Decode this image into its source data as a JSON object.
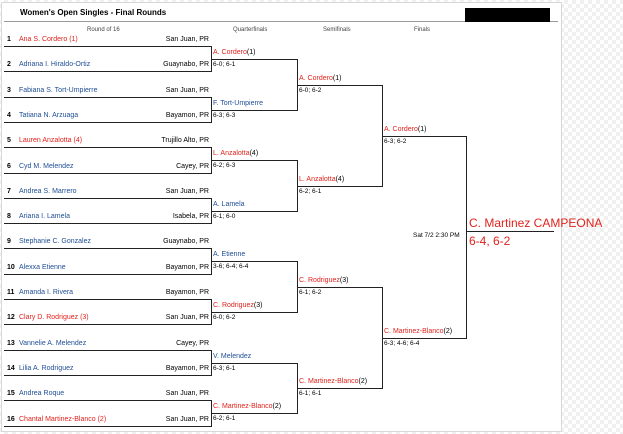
{
  "title": "Women's Open Singles - Final Rounds",
  "headers": {
    "round_of_16": "Round of 16",
    "quarterfinals": "Quarterfinals",
    "semifinals": "Semifinals",
    "finals": "Finals"
  },
  "colors": {
    "seeded_red": "#e0231d",
    "unseeded_blue": "#1f4e96",
    "line": "#222222"
  },
  "players": [
    {
      "num": "1",
      "name": "Ana S. Cordero (1)",
      "location": "San Juan, PR",
      "color": "red"
    },
    {
      "num": "2",
      "name": "Adriana I. Hiraldo-Ortiz",
      "location": "Guaynabo, PR",
      "color": "blue"
    },
    {
      "num": "3",
      "name": "Fabiana S. Tort-Umpierre",
      "location": "San Juan, PR",
      "color": "blue"
    },
    {
      "num": "4",
      "name": "Tatiana N. Arzuaga",
      "location": "Bayamon, PR",
      "color": "blue"
    },
    {
      "num": "5",
      "name": "Lauren Anzalotta (4)",
      "location": "Trujillo Alto, PR",
      "color": "red"
    },
    {
      "num": "6",
      "name": "Cyd M. Melendez",
      "location": "Cayey, PR",
      "color": "blue"
    },
    {
      "num": "7",
      "name": "Andrea S. Marrero",
      "location": "San Juan, PR",
      "color": "blue"
    },
    {
      "num": "8",
      "name": "Ariana I. Lamela",
      "location": "Isabela, PR",
      "color": "blue"
    },
    {
      "num": "9",
      "name": "Stephanie C. Gonzalez",
      "location": "Guaynabo, PR",
      "color": "blue"
    },
    {
      "num": "10",
      "name": "Alexxa Etienne",
      "location": "Bayamon, PR",
      "color": "blue"
    },
    {
      "num": "11",
      "name": "Amanda I. Rivera",
      "location": "Bayamon, PR",
      "color": "blue"
    },
    {
      "num": "12",
      "name": "Clary D. Rodriguez (3)",
      "location": "San Juan, PR",
      "color": "red"
    },
    {
      "num": "13",
      "name": "Vannelie A. Melendez",
      "location": "Cayey, PR",
      "color": "blue"
    },
    {
      "num": "14",
      "name": "Lilia A. Rodriguez",
      "location": "Bayamon, PR",
      "color": "blue"
    },
    {
      "num": "15",
      "name": "Andrea Roque",
      "location": "San Juan, PR",
      "color": "blue"
    },
    {
      "num": "16",
      "name": "Chantal Martinez-Blanco (2)",
      "location": "San Juan, PR",
      "color": "red"
    }
  ],
  "quarterfinals": [
    {
      "name": "A. Cordero",
      "seed": "(1)",
      "score": "6-0; 6-1",
      "color": "red"
    },
    {
      "name": "F. Tort-Umpierre",
      "seed": "",
      "score": "6-3; 6-3",
      "color": "blue"
    },
    {
      "name": "L. Anzalotta",
      "seed": "(4)",
      "score": "6-2; 6-3",
      "color": "red"
    },
    {
      "name": "A. Lamela",
      "seed": "",
      "score": "6-1; 6-0",
      "color": "blue"
    },
    {
      "name": "A. Etienne",
      "seed": "",
      "score": "3-6; 6-4; 6-4",
      "color": "blue"
    },
    {
      "name": "C. Rodriguez",
      "seed": "(3)",
      "score": "6-0; 6-2",
      "color": "red"
    },
    {
      "name": "V. Melendez",
      "seed": "",
      "score": "6-3; 6-1",
      "color": "blue"
    },
    {
      "name": "C. Martinez-Blanco",
      "seed": "(2)",
      "score": "6-2; 6-1",
      "color": "red"
    }
  ],
  "semifinals": [
    {
      "name": "A. Cordero",
      "seed": "(1)",
      "score": "6-0; 6-2",
      "color": "red"
    },
    {
      "name": "L. Anzalotta",
      "seed": "(4)",
      "score": "6-2; 6-1",
      "color": "red"
    },
    {
      "name": "C. Rodriguez",
      "seed": "(3)",
      "score": "6-1; 6-2",
      "color": "red"
    },
    {
      "name": "C. Martinez-Blanco",
      "seed": "(2)",
      "score": "6-1; 6-1",
      "color": "red"
    }
  ],
  "finals": [
    {
      "name": "A. Cordero",
      "seed": "(1)",
      "score": "6-3; 6-2",
      "color": "red"
    },
    {
      "name": "C. Martinez-Blanco",
      "seed": "(2)",
      "score": "6-3; 4-6; 6-4",
      "color": "red"
    }
  ],
  "finals_date": "Sat 7/2 2:30 PM",
  "champion": {
    "line1": "C. Martinez CAMPEONA",
    "line2": "6-4, 6-2"
  }
}
